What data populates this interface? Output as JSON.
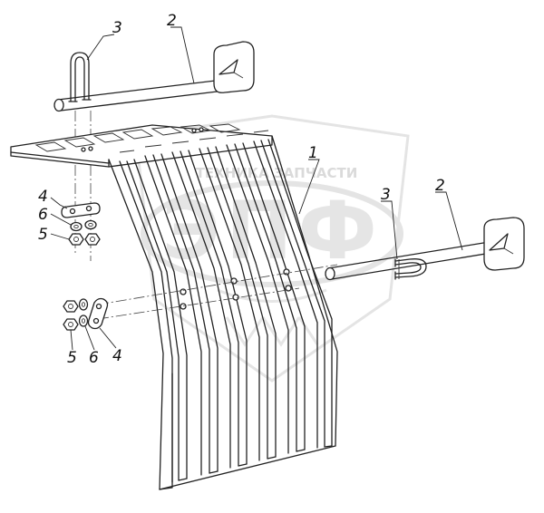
{
  "watermark": {
    "brand_text": "ТЕХНИКА ЗАПЧАСТИ",
    "emblem_letters": "ЭПФ",
    "color": "#c8c8c8"
  },
  "callouts": {
    "top_rod": "2",
    "top_u_bolt": "3",
    "guard": "1",
    "right_u_bolt": "3",
    "right_rod": "2",
    "left_upper_plate": "4",
    "left_upper_washer": "6",
    "left_upper_nut": "5",
    "left_lower_nut": "5",
    "left_lower_washer": "6",
    "left_lower_plate": "4"
  },
  "colors": {
    "line": "#222222",
    "background": "#ffffff"
  }
}
